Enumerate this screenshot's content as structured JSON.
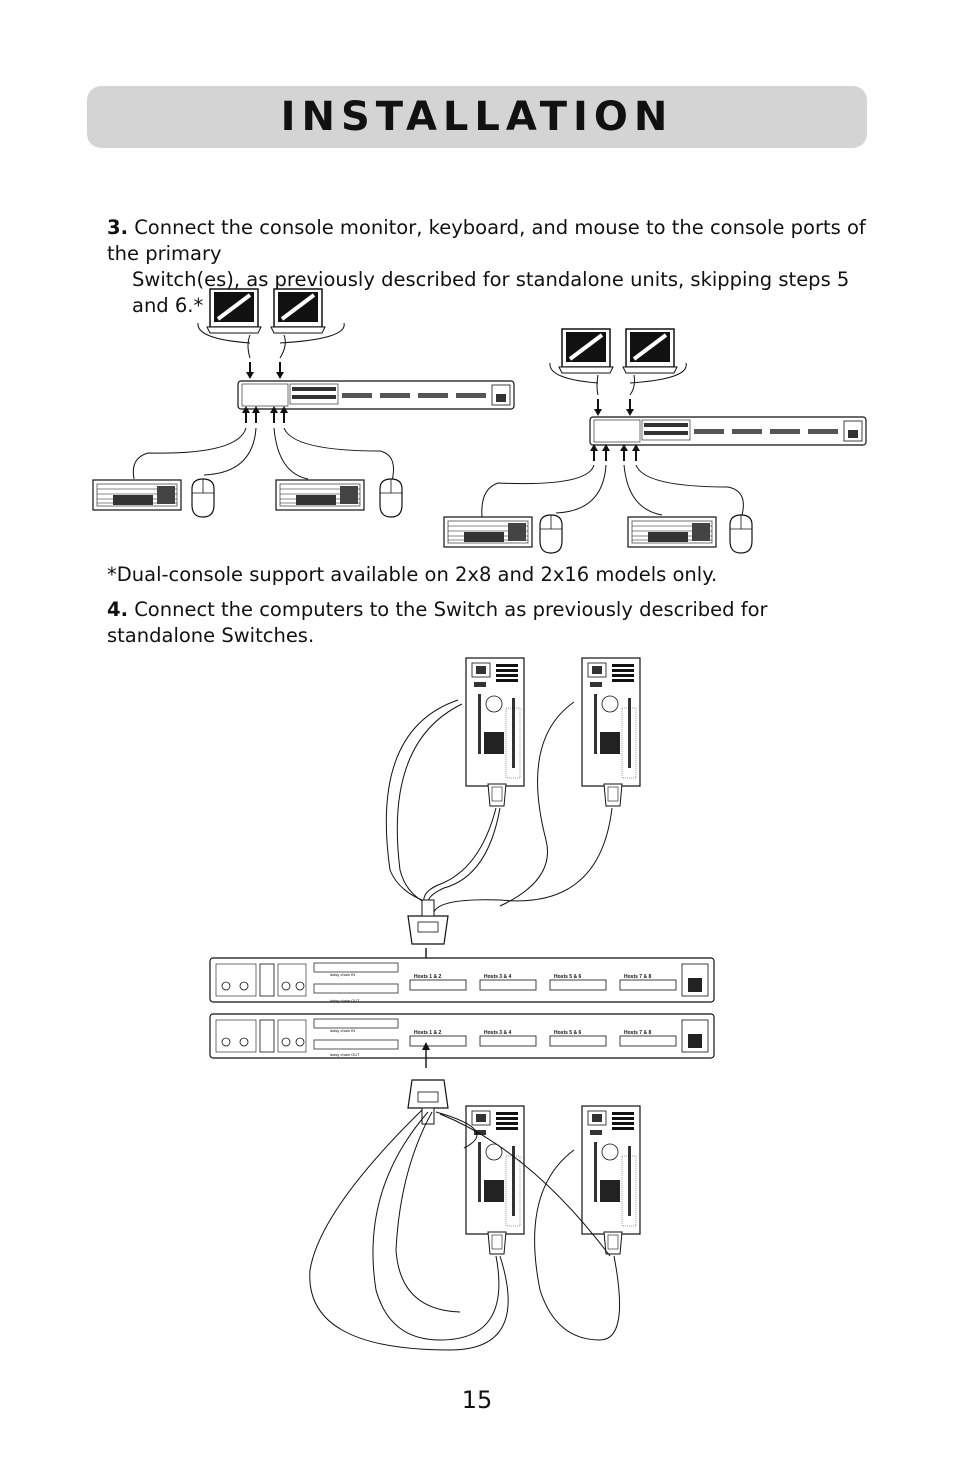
{
  "header": {
    "title": "INSTALLATION"
  },
  "steps": [
    {
      "number": "3.",
      "text_line1": "Connect the console monitor, keyboard, and mouse to the console ports of the primary",
      "text_line2": "Switch(es), as previously described for standalone units, skipping steps 5 and 6.*"
    },
    {
      "number": "4.",
      "text": "Connect the computers to the Switch as previously described for standalone Switches."
    }
  ],
  "note": "*Dual-console support available on 2x8 and 2x16 models only.",
  "diagram2": {
    "port_labels": [
      "Hosts 1 & 2",
      "Hosts 3 & 4",
      "Hosts 5 & 6",
      "Hosts 7 & 8"
    ],
    "daisy_in": "daisy chain IN",
    "daisy_out": "daisy chain OUT"
  },
  "page_number": "15"
}
